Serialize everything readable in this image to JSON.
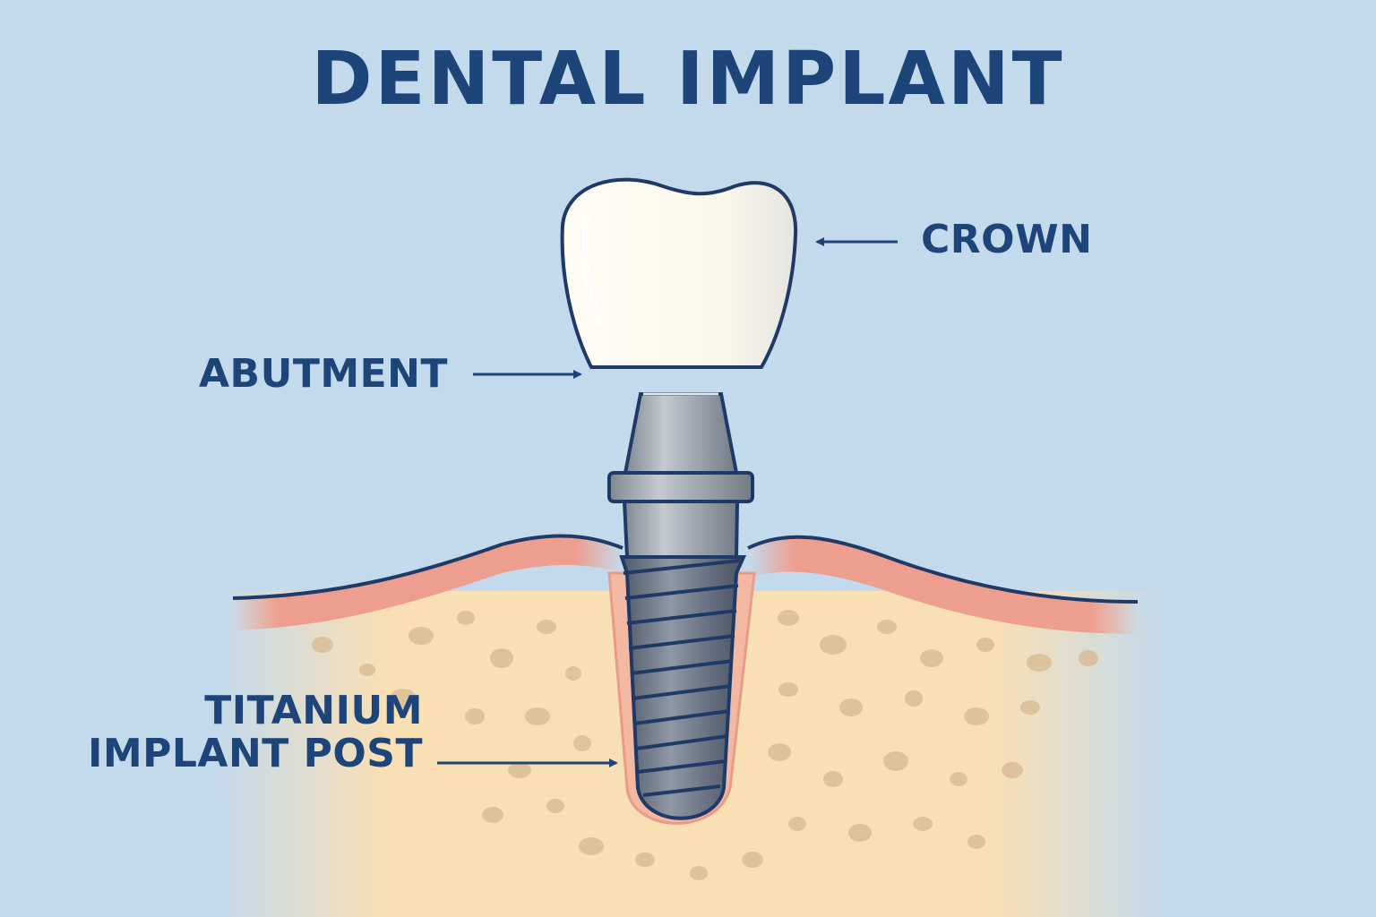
{
  "title": "DENTAL IMPLANT",
  "labels": {
    "crown": "CROWN",
    "abutment": "ABUTMENT",
    "post": "TITANIUM IMPLANT POST"
  },
  "colors": {
    "background": "#c3daed",
    "text": "#1d4579",
    "outline": "#1f3a66",
    "bone": "#f9dfb4",
    "bone_pores": "#d7b98f",
    "gum": "#ee9e8e",
    "crown": "#fbf8ef",
    "metal": "#9da4ae",
    "implant_post": "#6b7584"
  }
}
